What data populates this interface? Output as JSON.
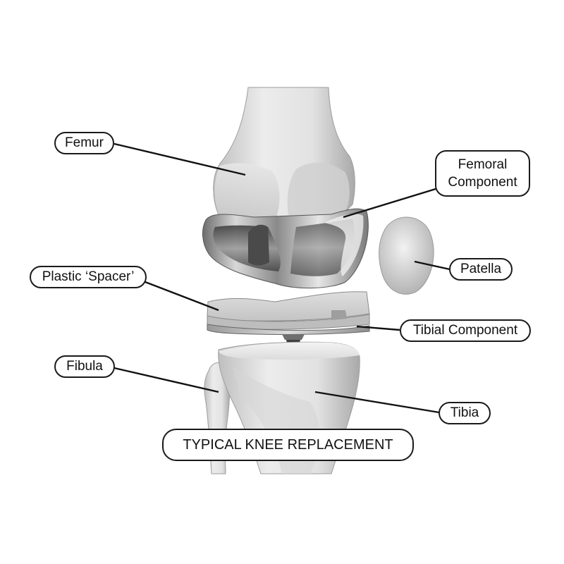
{
  "labels": {
    "femur": "Femur",
    "femoral_component_line1": "Femoral",
    "femoral_component_line2": "Component",
    "plastic_spacer": "Plastic ‘Spacer’",
    "patella": "Patella",
    "tibial_component": "Tibial Component",
    "fibula": "Fibula",
    "tibia": "Tibia"
  },
  "title": "TYPICAL KNEE REPLACEMENT",
  "colors": {
    "line": "#111111",
    "label_border": "#1a1a1a",
    "background": "#ffffff"
  }
}
